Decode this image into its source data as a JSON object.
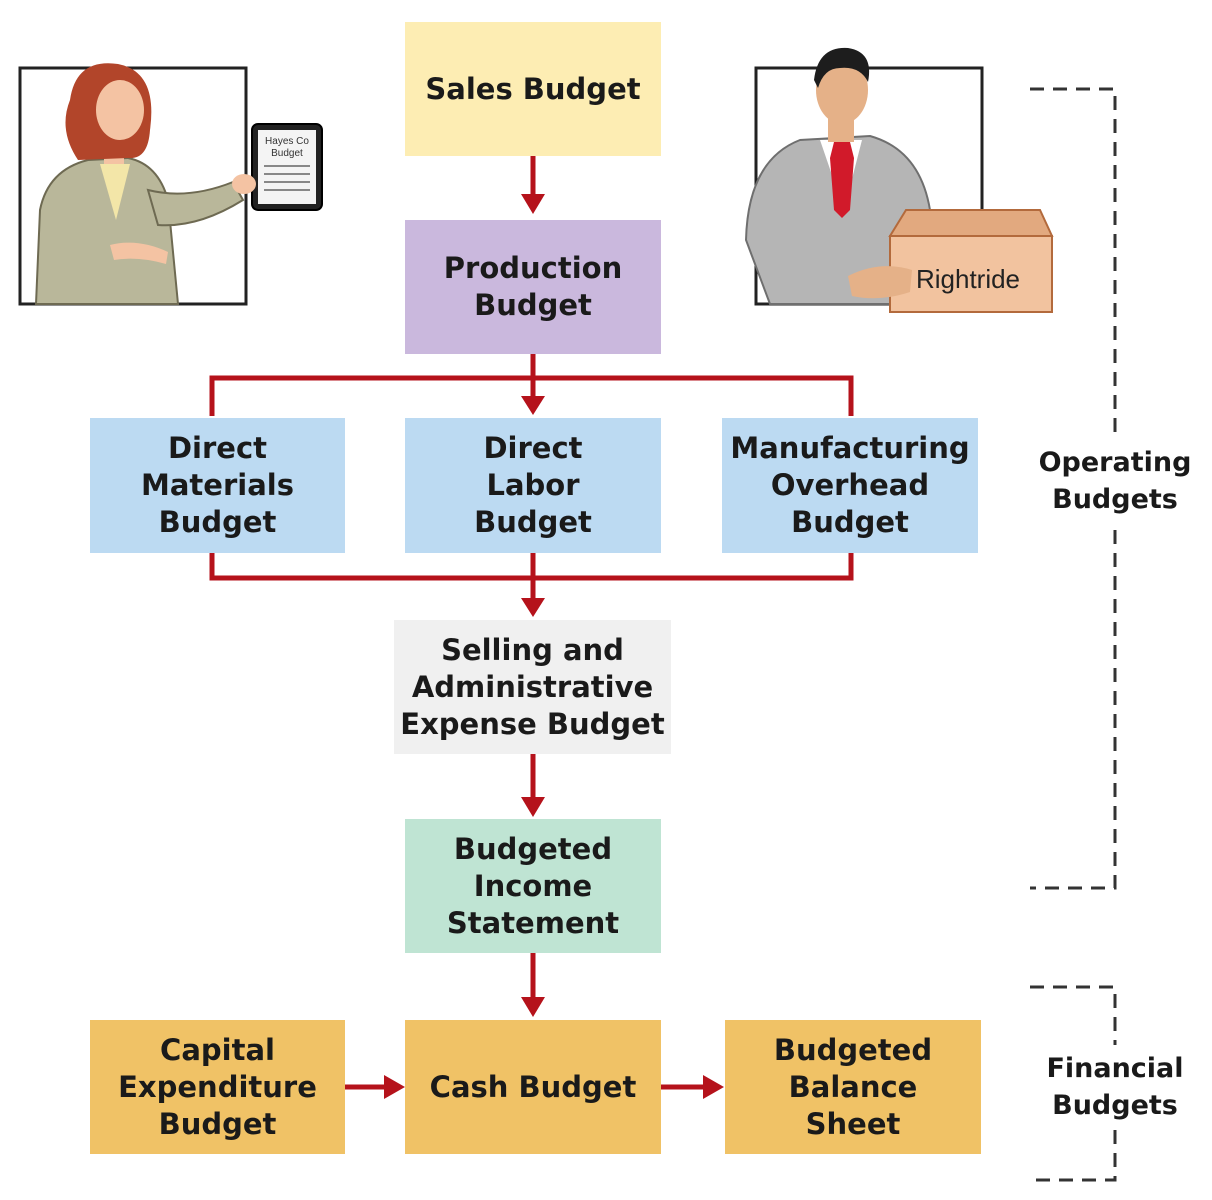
{
  "boxes": {
    "sales": [
      "Sales Budget"
    ],
    "production": [
      "Production",
      "Budget"
    ],
    "direct_materials": [
      "Direct",
      "Materials",
      "Budget"
    ],
    "direct_labor": [
      "Direct",
      "Labor",
      "Budget"
    ],
    "manufacturing_overhead": [
      "Manufacturing",
      "Overhead",
      "Budget"
    ],
    "selling_admin": [
      "Selling and",
      "Administrative",
      "Expense Budget"
    ],
    "income_statement": [
      "Budgeted",
      "Income",
      "Statement"
    ],
    "capital_expenditure": [
      "Capital",
      "Expenditure",
      "Budget"
    ],
    "cash": [
      "Cash Budget"
    ],
    "balance_sheet": [
      "Budgeted",
      "Balance",
      "Sheet"
    ]
  },
  "brackets": {
    "operating": [
      "Operating",
      "Budgets"
    ],
    "financial": [
      "Financial",
      "Budgets"
    ]
  },
  "illustrations": {
    "tablet_text": [
      "Hayes Co",
      "Budget"
    ],
    "package_text": "Rightride"
  },
  "colors": {
    "connector": "#b5121b",
    "sales": "#fdedb3",
    "production": "#cab8dd",
    "direct_budgets": "#bcdaf2",
    "selling_admin": "#f0f0f0",
    "income_statement": "#bfe4d3",
    "financial_budgets": "#f0c266"
  }
}
